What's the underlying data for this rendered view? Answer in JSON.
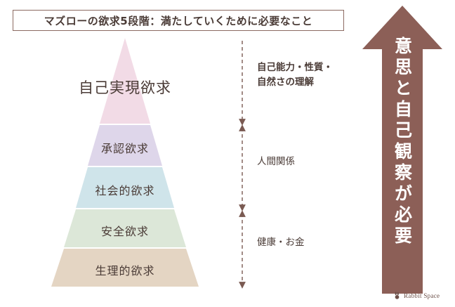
{
  "title": {
    "text": "マズローの欲求5段階：満たしていくために必要なこと",
    "border_color": "#8c6a62"
  },
  "pyramid": {
    "tiers": [
      {
        "label": "自己実現欲求",
        "color": "#f2dbe6",
        "level": 5
      },
      {
        "label": "承認欲求",
        "color": "#ded6ea",
        "level": 4
      },
      {
        "label": "社会的欲求",
        "color": "#cfe4ea",
        "level": 3
      },
      {
        "label": "安全欲求",
        "color": "#dce7d8",
        "level": 2
      },
      {
        "label": "生理的欲求",
        "color": "#e4d5c3",
        "level": 1
      }
    ]
  },
  "annotations": [
    {
      "text": "自己能力・性質・\n自然さの理解",
      "emphasis": "bold"
    },
    {
      "text": "人間関係",
      "emphasis": "normal"
    },
    {
      "text": "健康・お金",
      "emphasis": "normal"
    }
  ],
  "arrow_column": {
    "line_color": "#7a5a52",
    "icon": "double-headed-vertical-arrow"
  },
  "big_arrow": {
    "text": "意思と自己観察が必要",
    "fill_color": "#8c5f57",
    "text_color": "#ffffff",
    "icon": "upward-arrow"
  },
  "footer": {
    "brand": "Rabbit Space",
    "icon": "rabbit-logo-icon",
    "color": "#6b4f48"
  }
}
